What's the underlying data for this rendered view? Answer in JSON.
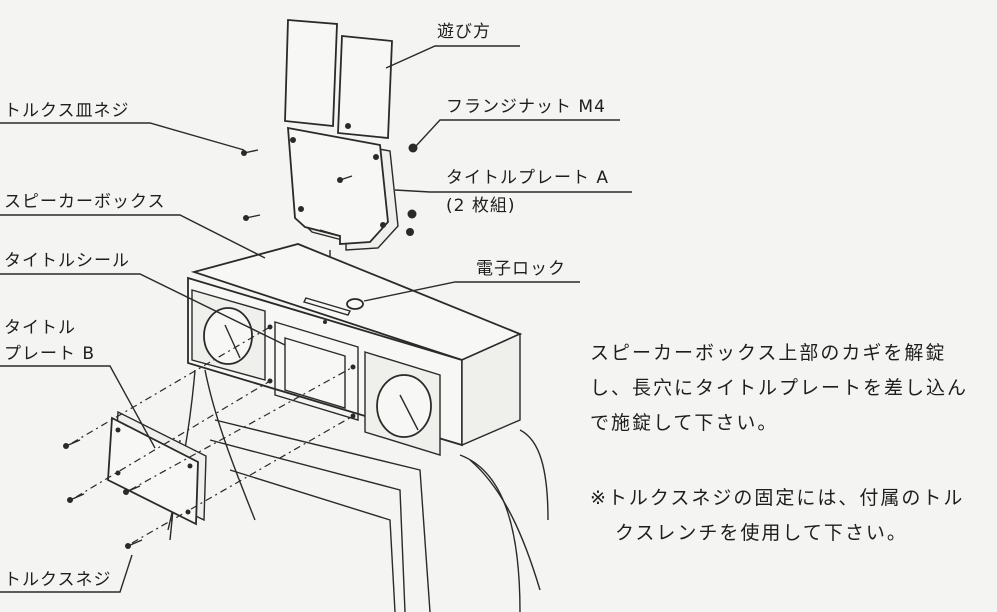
{
  "labels": {
    "asobikata": "遊び方",
    "torx_dish_screw": "トルクス皿ネジ",
    "flange_nut": "フランジナット M4",
    "title_plate_a": "タイトルプレート A",
    "title_plate_a_sub": "(2 枚組)",
    "speaker_box": "スピーカーボックス",
    "title_seal": "タイトルシール",
    "e_lock": "電子ロック",
    "title_plate_b_line1": "タイトル",
    "title_plate_b_line2": "プレート B",
    "torx_screw": "トルクスネジ"
  },
  "instructions": {
    "line1": "スピーカーボックス上部のカギを解錠",
    "line2": "し、長穴にタイトルプレートを差し込ん",
    "line3": "で施錠して下さい。",
    "note1": "※トルクスネジの固定には、付属のトル",
    "note2": "クスレンチを使用して下さい。"
  }
}
